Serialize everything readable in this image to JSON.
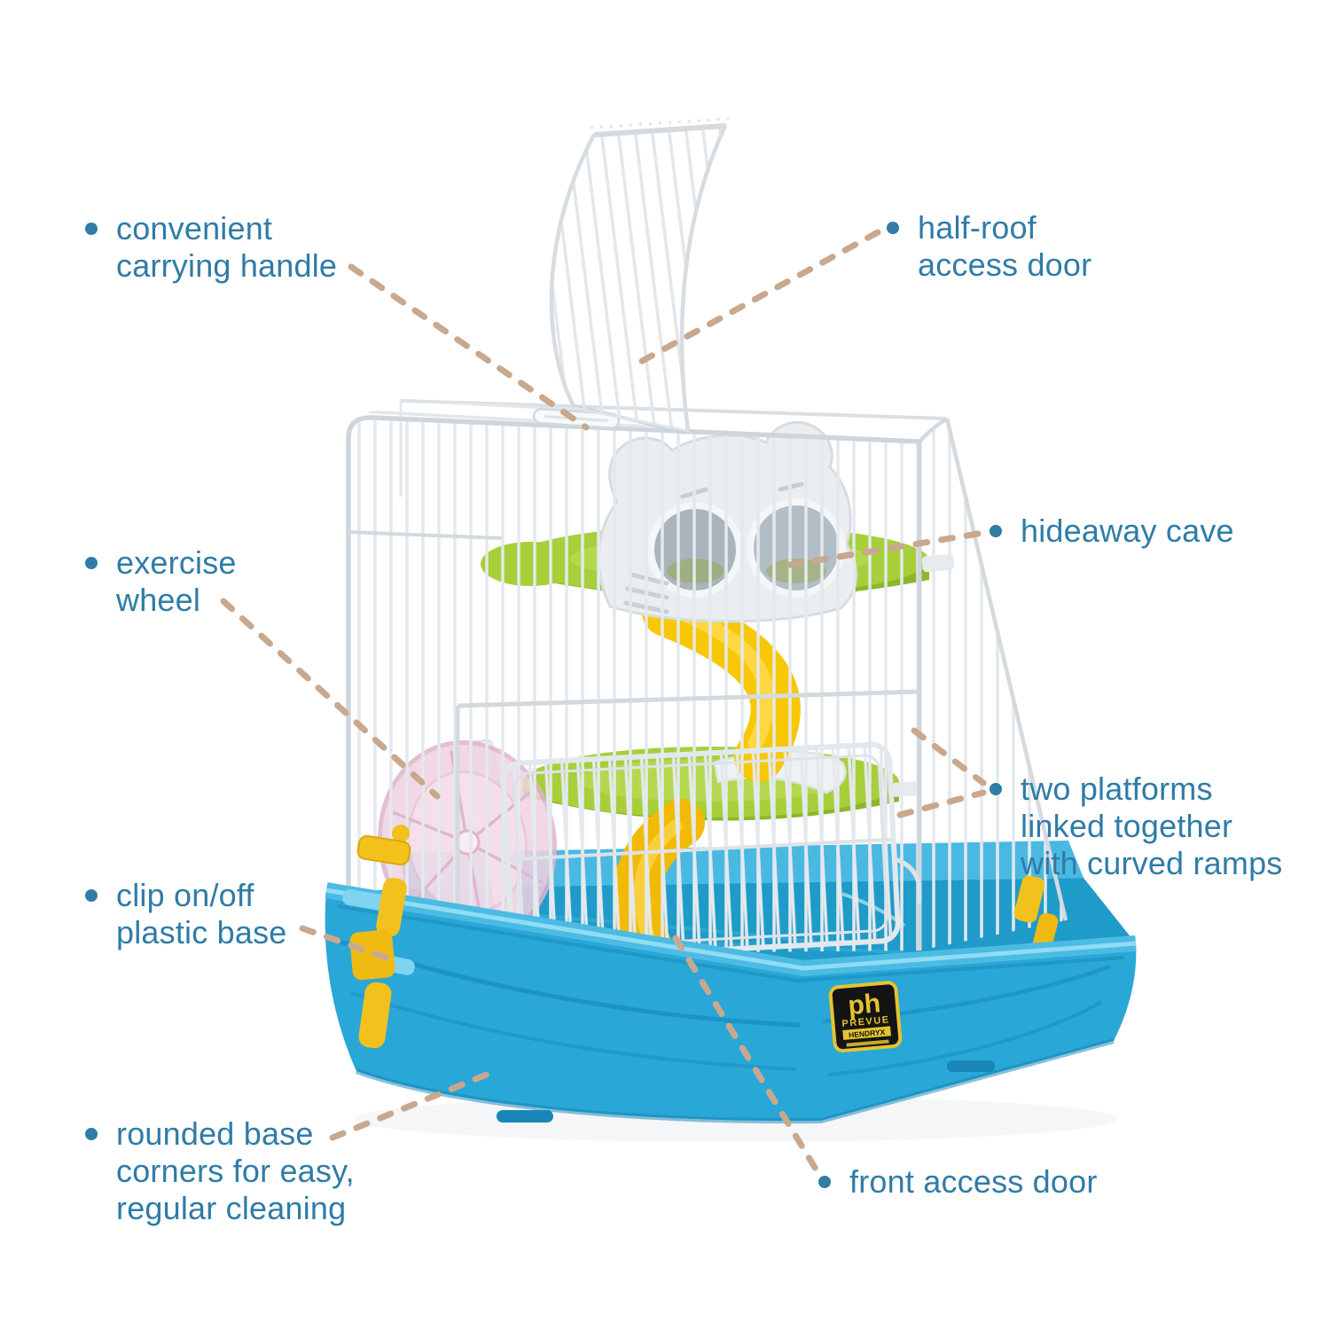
{
  "page": {
    "background": "#ffffff"
  },
  "style": {
    "label_color": "#2f7ca7",
    "leader_color": "#c8a88e",
    "base_blue": "#29a7d7",
    "platform_green": "#a6cf3a",
    "ramp_yellow": "#f8c705",
    "wheel_pink": "#f0d2e2",
    "clip_yellow": "#f3c11c",
    "wire_white": "#e6eaee",
    "logo_yellow": "#e6c42f",
    "logo_black": "#141414"
  },
  "callouts": [
    {
      "id": "carrying-handle",
      "text": "convenient\ncarrying handle"
    },
    {
      "id": "half-roof-access-door",
      "text": "half-roof\naccess door"
    },
    {
      "id": "hideaway-cave",
      "text": "hideaway cave"
    },
    {
      "id": "exercise-wheel",
      "text": "exercise\nwheel"
    },
    {
      "id": "platforms-ramps",
      "text": "two platforms\nlinked together\nwith curved ramps"
    },
    {
      "id": "clip-base",
      "text": "clip on/off\nplastic base"
    },
    {
      "id": "rounded-base-corners",
      "text": "rounded base\ncorners for easy,\nregular cleaning"
    },
    {
      "id": "front-access-door",
      "text": "front access door"
    }
  ],
  "brand_sticker": {
    "initials": "ph",
    "line1": "PREVUE",
    "line2": "HENDRYX"
  }
}
